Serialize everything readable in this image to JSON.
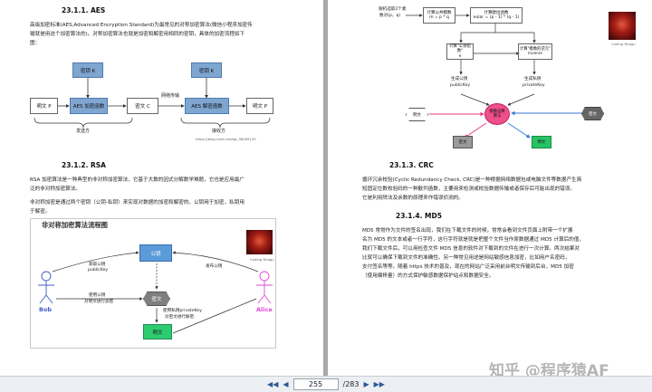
{
  "left_page": {
    "aes": {
      "heading_num": "23.1.1.",
      "heading": "AES",
      "para": [
        "高级加密标准(AES,Advanced Encryption Standard)为最常见的对称加密算法(微信小程序加密传",
        "输就是用这个加密算法的)。对称加密算法也就是加密和解密用相同的密钥，具体的加密流程如下",
        "图："
      ],
      "key1": "密钥 K",
      "key2": "密钥 K",
      "plaintext1": "明文 P",
      "enc": "AES 加密函数",
      "cipher": "密文 C",
      "net": "网络传输",
      "dec": "AES 解密函数",
      "plaintext2": "明文 P",
      "sender": "发送方",
      "receiver": "接收方",
      "img_url": "https://blog.csdn.net/qq_38289120"
    },
    "rsa": {
      "heading_num": "23.1.2.",
      "heading": "RSA",
      "para1": [
        "RSA 加密算法是一种典型的非对称加密算法，它基于大数的因式分解数学难题，它也是应用最广",
        "泛的非对称加密算法。"
      ],
      "para2": [
        "非对称加密是通过两个密钥（公钥-私钥）来实现对数据的加密和解密的。公钥用于加密，私钥用",
        "于解密。"
      ],
      "fig_title": "非对称加密算法流程图",
      "bob": "Bob",
      "alice": "Alice",
      "pubkey": "公钥",
      "cipher": "密文",
      "plain": "明文",
      "get_pub": "获取公钥",
      "get_pub_en": "publicKey",
      "send_pub": "发布公钥",
      "enc_label": "使用公钥",
      "enc_label2": "对明文进行加密",
      "dec_label": "使用私钥privateKey",
      "dec_label2": "对密文进行解密",
      "avatar_caption": "Coding Rnagu"
    }
  },
  "right_page": {
    "rsa_flow": {
      "n1": "随机选取2个素",
      "n1b": "数对(p，q)",
      "n2": "计算公共模数",
      "n2b": "m = p * q",
      "n3": "计算欧拉函数",
      "n3b": "eular = (p - 1) * (q - 1)",
      "n4": "计算\"公钥指数\"",
      "n4b": "e",
      "n5": "计算\"模数的逆元\"",
      "n5b": "inverse",
      "n6": "生成公钥",
      "n6b": "publicKey",
      "n7": "生成私钥",
      "n7b": "privateKey",
      "center": "模数运算",
      "center2": "算法",
      "plain_left": "明文",
      "plain_right": "明文",
      "cipher_left": "密文",
      "cipher_right": "密文",
      "avatar_caption": "Coding Rnagu"
    },
    "crc": {
      "heading_num": "23.1.3.",
      "heading": "CRC",
      "para": [
        "循环冗余校验(Cyclic Redundancy Check, CRC)是一种根据网络数据包或电脑文件等数据产生简",
        "短固定位数校验码的一种散列函数，主要用来检测或校验数据传输或者保存后可能出现的错误。",
        "它是利用除法及余数的原理来作错误侦测的。"
      ]
    },
    "md5": {
      "heading_num": "23.1.4.",
      "heading": "MD5",
      "para": [
        "MD5 常常作为文件的签名出现，我们在下载文件的时候，常常会看到文件页面上附带一个扩展",
        "名为 MD5 的文本或者一行字符，这行字符就是就是把整个文件当作原数据通过 MD5 计算后的值，",
        "我们下载文件后，可以用检查文件 MD5 信息的软件对下载到的文件在进行一次计算。两次结果对",
        "比就可以确保下载到文件的准确性。另一种常见用途是网站敏感信息加密，比如用户名密码，",
        "支付签名等等。随着 https 技术的普及，现在的网站广泛采用前台明文传输到后台，MD5 加密",
        "（使用偏移量）的方式保护敏感数据保护站点和数据安全。"
      ]
    }
  },
  "toolbar": {
    "first": "◀◀",
    "prev": "◀",
    "page": "255",
    "total": "/283",
    "next": "▶",
    "last": "▶▶"
  },
  "watermark": "知乎 @程序猿AF"
}
